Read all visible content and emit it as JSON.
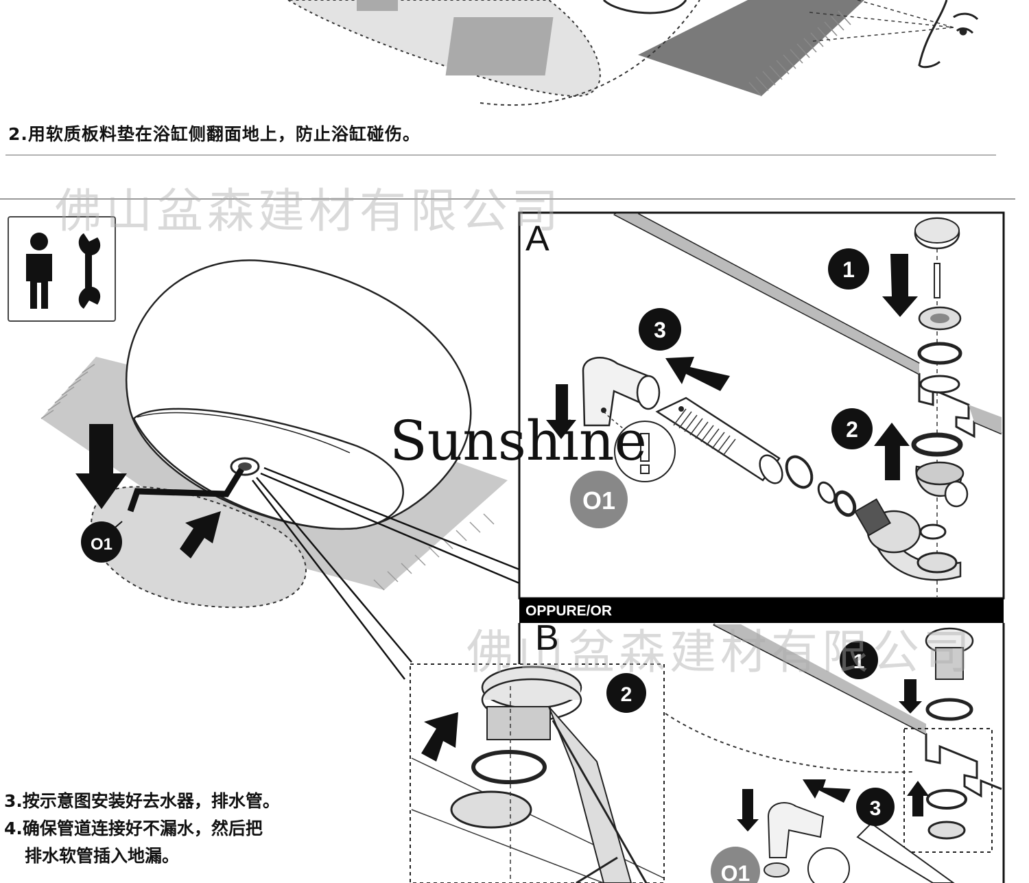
{
  "captions": {
    "step2": "2.用软质板料垫在浴缸侧翻面地上，防止浴缸碰伤。",
    "step3": "3.按示意图安装好去水器，排水管。",
    "step4_line1": "4.确保管道连接好不漏水，然后把",
    "step4_line2": "排水软管插入地漏。"
  },
  "watermarks": {
    "company": "佛山盆森建材有限公司",
    "brand": "Sunshine"
  },
  "panels": {
    "a_label": "A",
    "b_label": "B",
    "or_label": "OPPURE/OR"
  },
  "badges": {
    "a1": "1",
    "a2": "2",
    "a3": "3",
    "a_o1": "O1",
    "main_o1": "O1",
    "b1": "1",
    "b2": "2",
    "b3": "3",
    "b_o1": "O1"
  },
  "icons": {
    "person": "person-icon",
    "wrench": "wrench-icon",
    "eye": "eye-icon",
    "warning": "exclamation-icon"
  }
}
